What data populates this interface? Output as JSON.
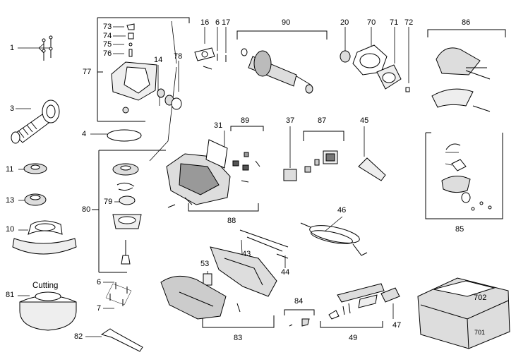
{
  "labels": {
    "p1": "1",
    "p3": "3",
    "p4": "4",
    "p6": "6",
    "p6b": "6",
    "p7": "7",
    "p10": "10",
    "p11": "11",
    "p13": "13",
    "p14": "14",
    "p16": "16",
    "p17": "17",
    "p20": "20",
    "p31": "31",
    "p37": "37",
    "p43": "43",
    "p44": "44",
    "p45": "45",
    "p46": "46",
    "p47": "47",
    "p49": "49",
    "p53": "53",
    "p70": "70",
    "p71": "71",
    "p72": "72",
    "p73": "73",
    "p74": "74",
    "p75": "75",
    "p76": "76",
    "p77": "77",
    "p78": "78",
    "p79": "79",
    "p80": "80",
    "p81": "81",
    "p82": "82",
    "p83": "83",
    "p84": "84",
    "p85": "85",
    "p86": "86",
    "p87": "87",
    "p88": "88",
    "p89": "89",
    "p90": "90",
    "p701": "701",
    "p702": "702"
  },
  "cutting_label": "Cutting"
}
